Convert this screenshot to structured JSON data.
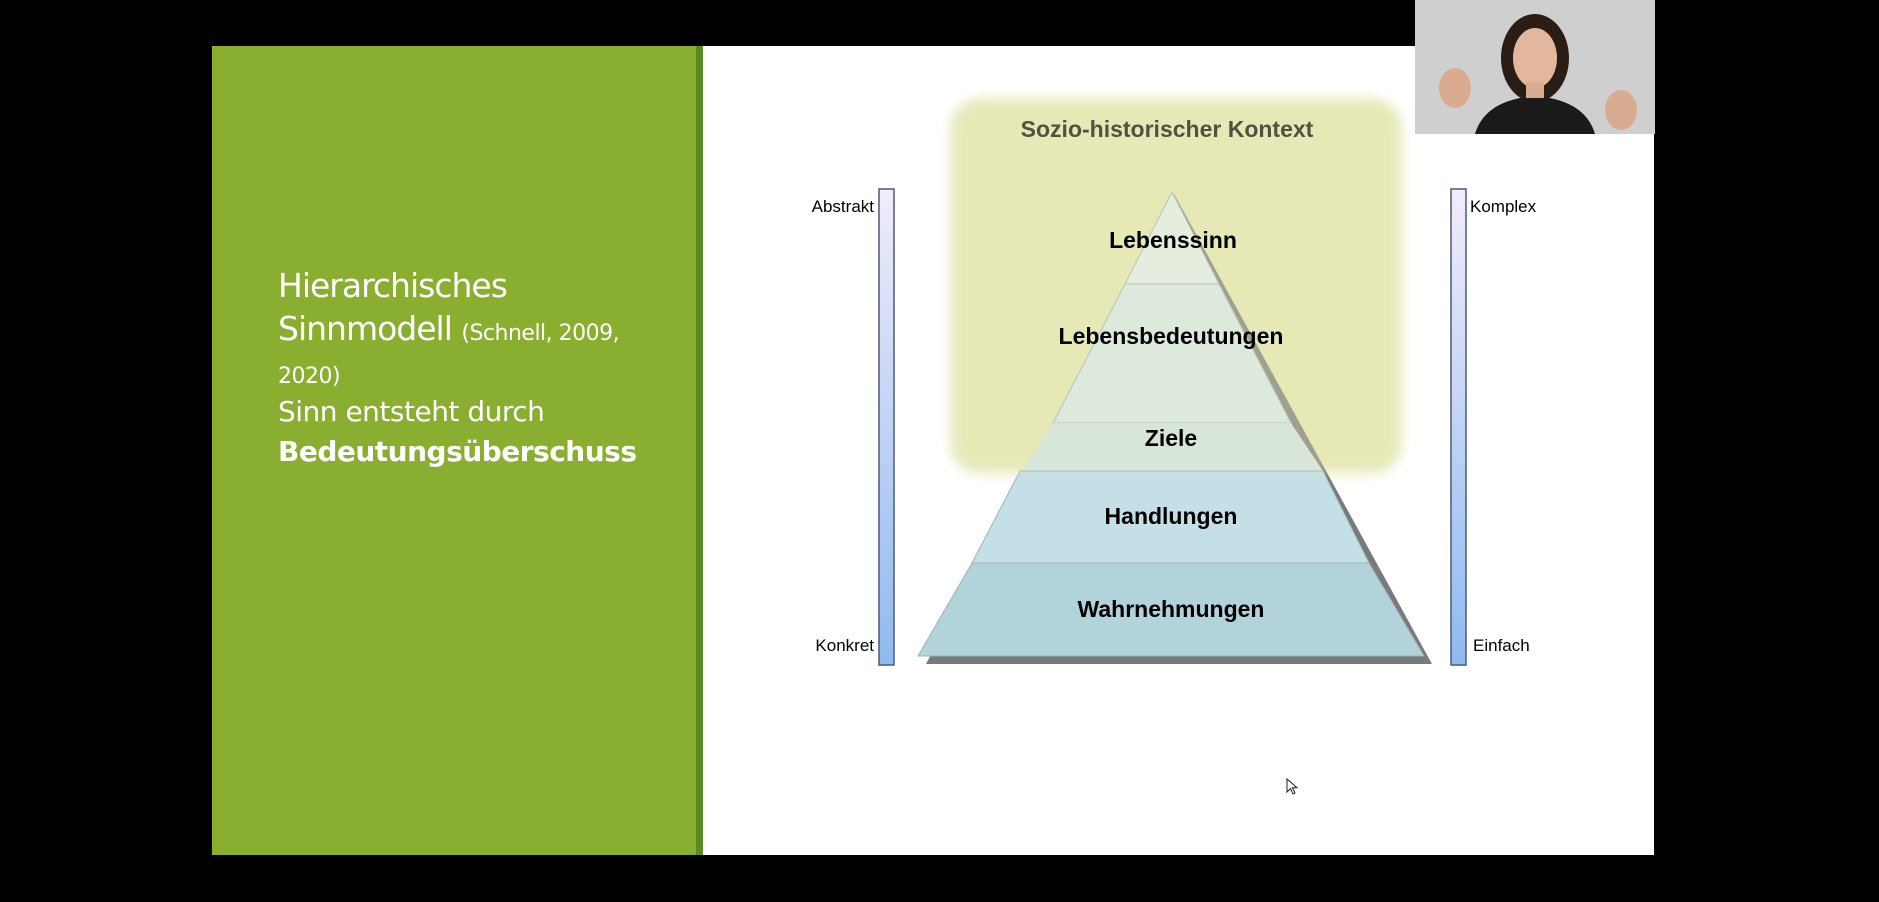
{
  "slide": {
    "title_line1": "Hierarchisches",
    "title_line2": "Sinnmodell",
    "citation": "(Schnell, 2009, 2020)",
    "subtitle_line1": "Sinn entsteht durch",
    "subtitle_bold": "Bedeutungsüberschuss"
  },
  "diagram": {
    "context_label": "Sozio-historischer Kontext",
    "layers": [
      "Lebenssinn",
      "Lebensbedeutungen",
      "Ziele",
      "Handlungen",
      "Wahrnehmungen"
    ],
    "left_scale": {
      "top": "Abstrakt",
      "bottom": "Konkret"
    },
    "right_scale": {
      "top": "Komplex",
      "bottom": "Einfach"
    }
  },
  "colors": {
    "left_panel": "#8aae30",
    "context_box": "#e6e8b6",
    "pyramid_top": "#e4f0f4",
    "pyramid_bottom": "#b2d3da",
    "scale_bar": "#a8c8f0"
  },
  "icons": {
    "cursor": "mouse-pointer-icon",
    "webcam": "presenter-video-icon"
  }
}
